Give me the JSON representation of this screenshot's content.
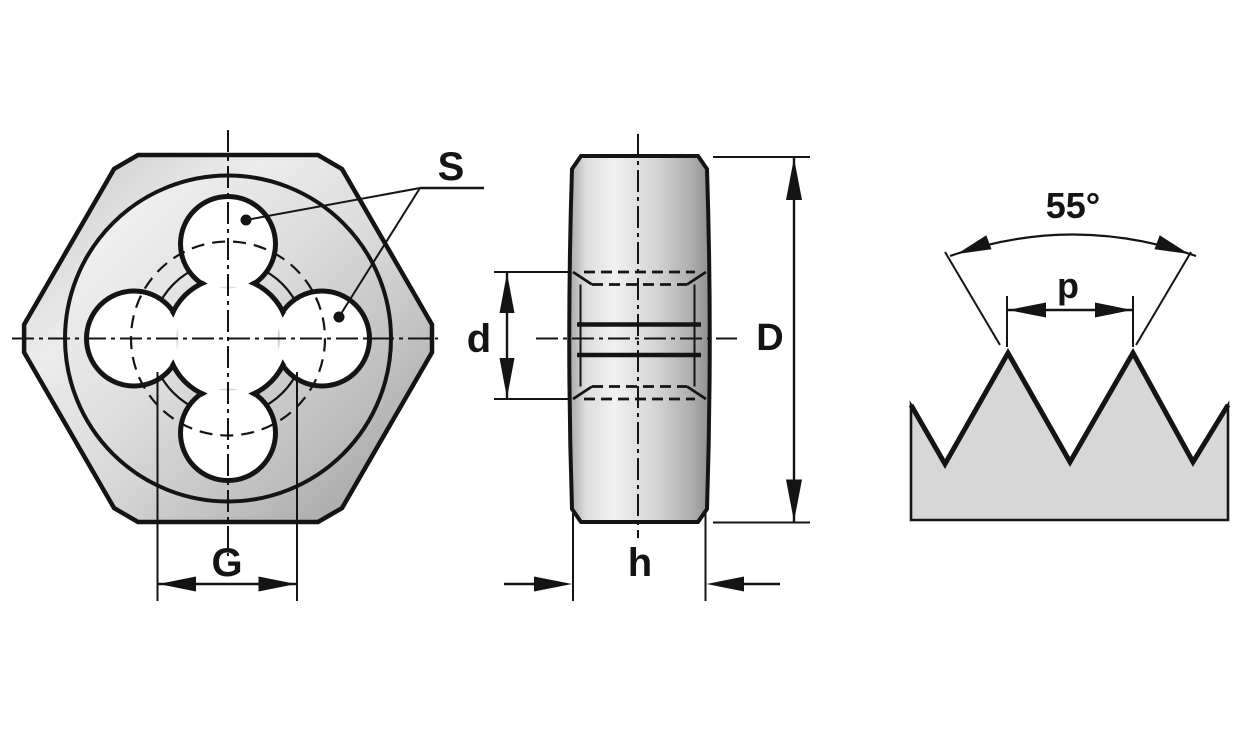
{
  "drawing": {
    "description": "Technical drawing of a hexagonal die nut: front view, side view with dimensions, and 55-degree thread profile detail",
    "background": "#ffffff",
    "ink": "#141414",
    "fill_light": "#d7d7d7",
    "labels": {
      "s": "S",
      "d": "d",
      "D": "D",
      "G": "G",
      "h": "h",
      "p": "p",
      "angle": "55°"
    }
  }
}
